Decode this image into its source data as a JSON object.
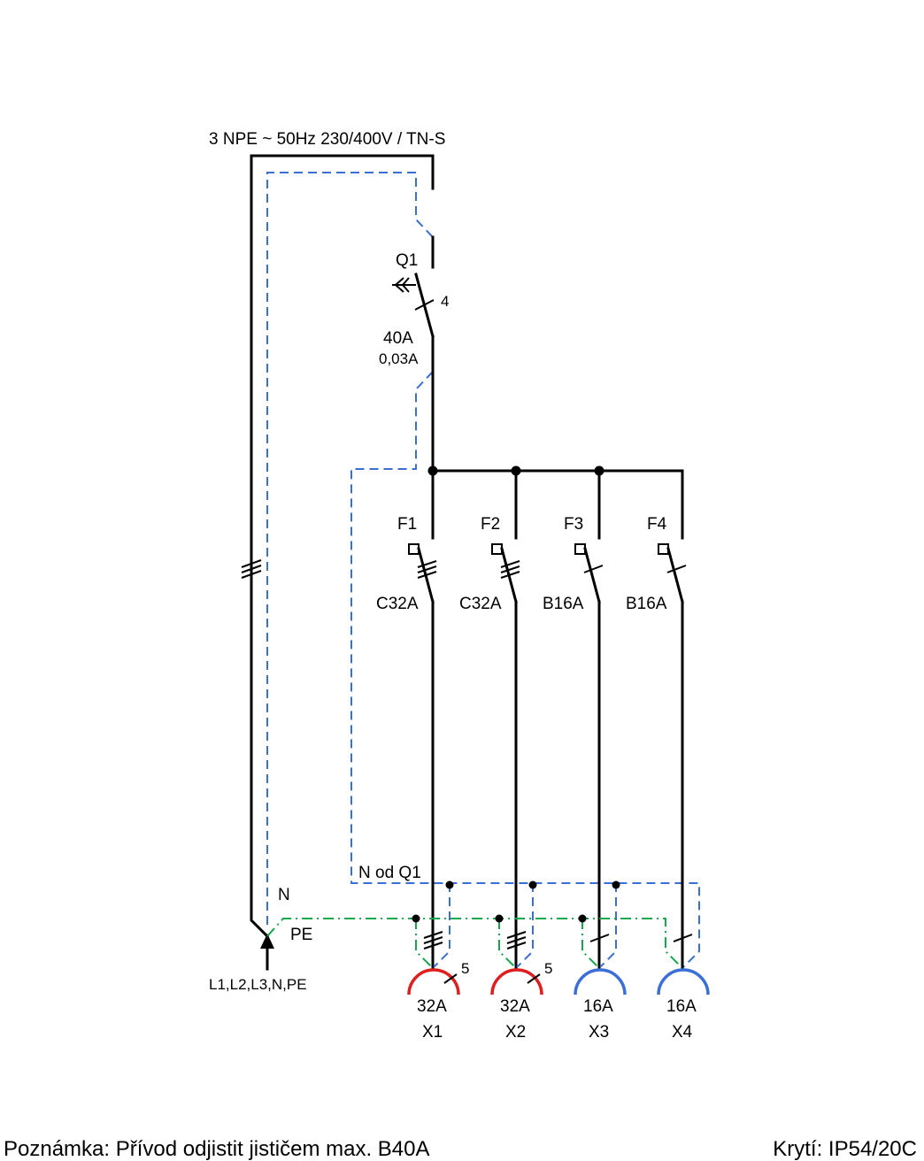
{
  "supply": {
    "header": "3 NPE ~ 50Hz  230/400V / TN-S",
    "input_label": "L1,L2,L3,N,PE"
  },
  "main_breaker": {
    "id": "Q1",
    "poles": "4",
    "rating": "40A",
    "residual": "0,03A"
  },
  "breakers": [
    {
      "id": "F1",
      "rating": "C32A"
    },
    {
      "id": "F2",
      "rating": "C32A"
    },
    {
      "id": "F3",
      "rating": "B16A"
    },
    {
      "id": "F4",
      "rating": "B16A"
    }
  ],
  "wire_labels": {
    "neutral_from_q1": "N od Q1",
    "neutral": "N",
    "protective_earth": "PE",
    "socket_cores_x1": "5",
    "socket_cores_x2": "5"
  },
  "sockets": [
    {
      "id": "X1",
      "rating": "32A",
      "color": "#dd1f1f"
    },
    {
      "id": "X2",
      "rating": "32A",
      "color": "#dd1f1f"
    },
    {
      "id": "X3",
      "rating": "16A",
      "color": "#3b6fd6"
    },
    {
      "id": "X4",
      "rating": "16A",
      "color": "#3b6fd6"
    }
  ],
  "colors": {
    "neutral": "#3b6fd6",
    "protective_earth": "#13a84a",
    "wire": "#000000"
  },
  "footer": {
    "note": "Poznámka: Přívod odjistit jističem max. B40A",
    "protection": "Krytí: IP54/20C"
  }
}
